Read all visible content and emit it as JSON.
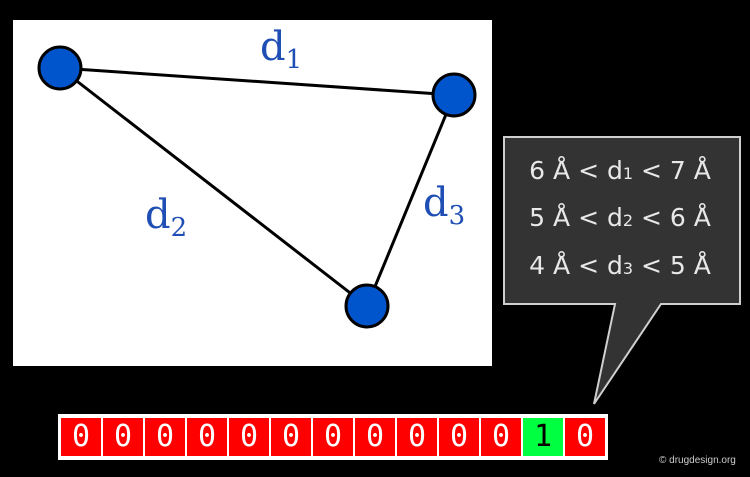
{
  "diagram": {
    "node_color": "#0055cc",
    "label_color": "#1f4fb5",
    "edges": [
      {
        "label": "d",
        "sub": "1"
      },
      {
        "label": "d",
        "sub": "2"
      },
      {
        "label": "d",
        "sub": "3"
      }
    ]
  },
  "callout": {
    "conditions": [
      {
        "lo": "6 Å",
        "var": "d",
        "sub": "1",
        "hi": "7 Å"
      },
      {
        "lo": "5 Å",
        "var": "d",
        "sub": "2",
        "hi": "6 Å"
      },
      {
        "lo": "4 Å",
        "var": "d",
        "sub": "3",
        "hi": "5 Å"
      }
    ],
    "background": "#333333"
  },
  "bitstring": {
    "bits": [
      "0",
      "0",
      "0",
      "0",
      "0",
      "0",
      "0",
      "0",
      "0",
      "0",
      "0",
      "1",
      "0"
    ],
    "off_color": "#ff0000",
    "on_color": "#00ff40"
  },
  "footer": {
    "copyright": "© drugdesign.org"
  }
}
